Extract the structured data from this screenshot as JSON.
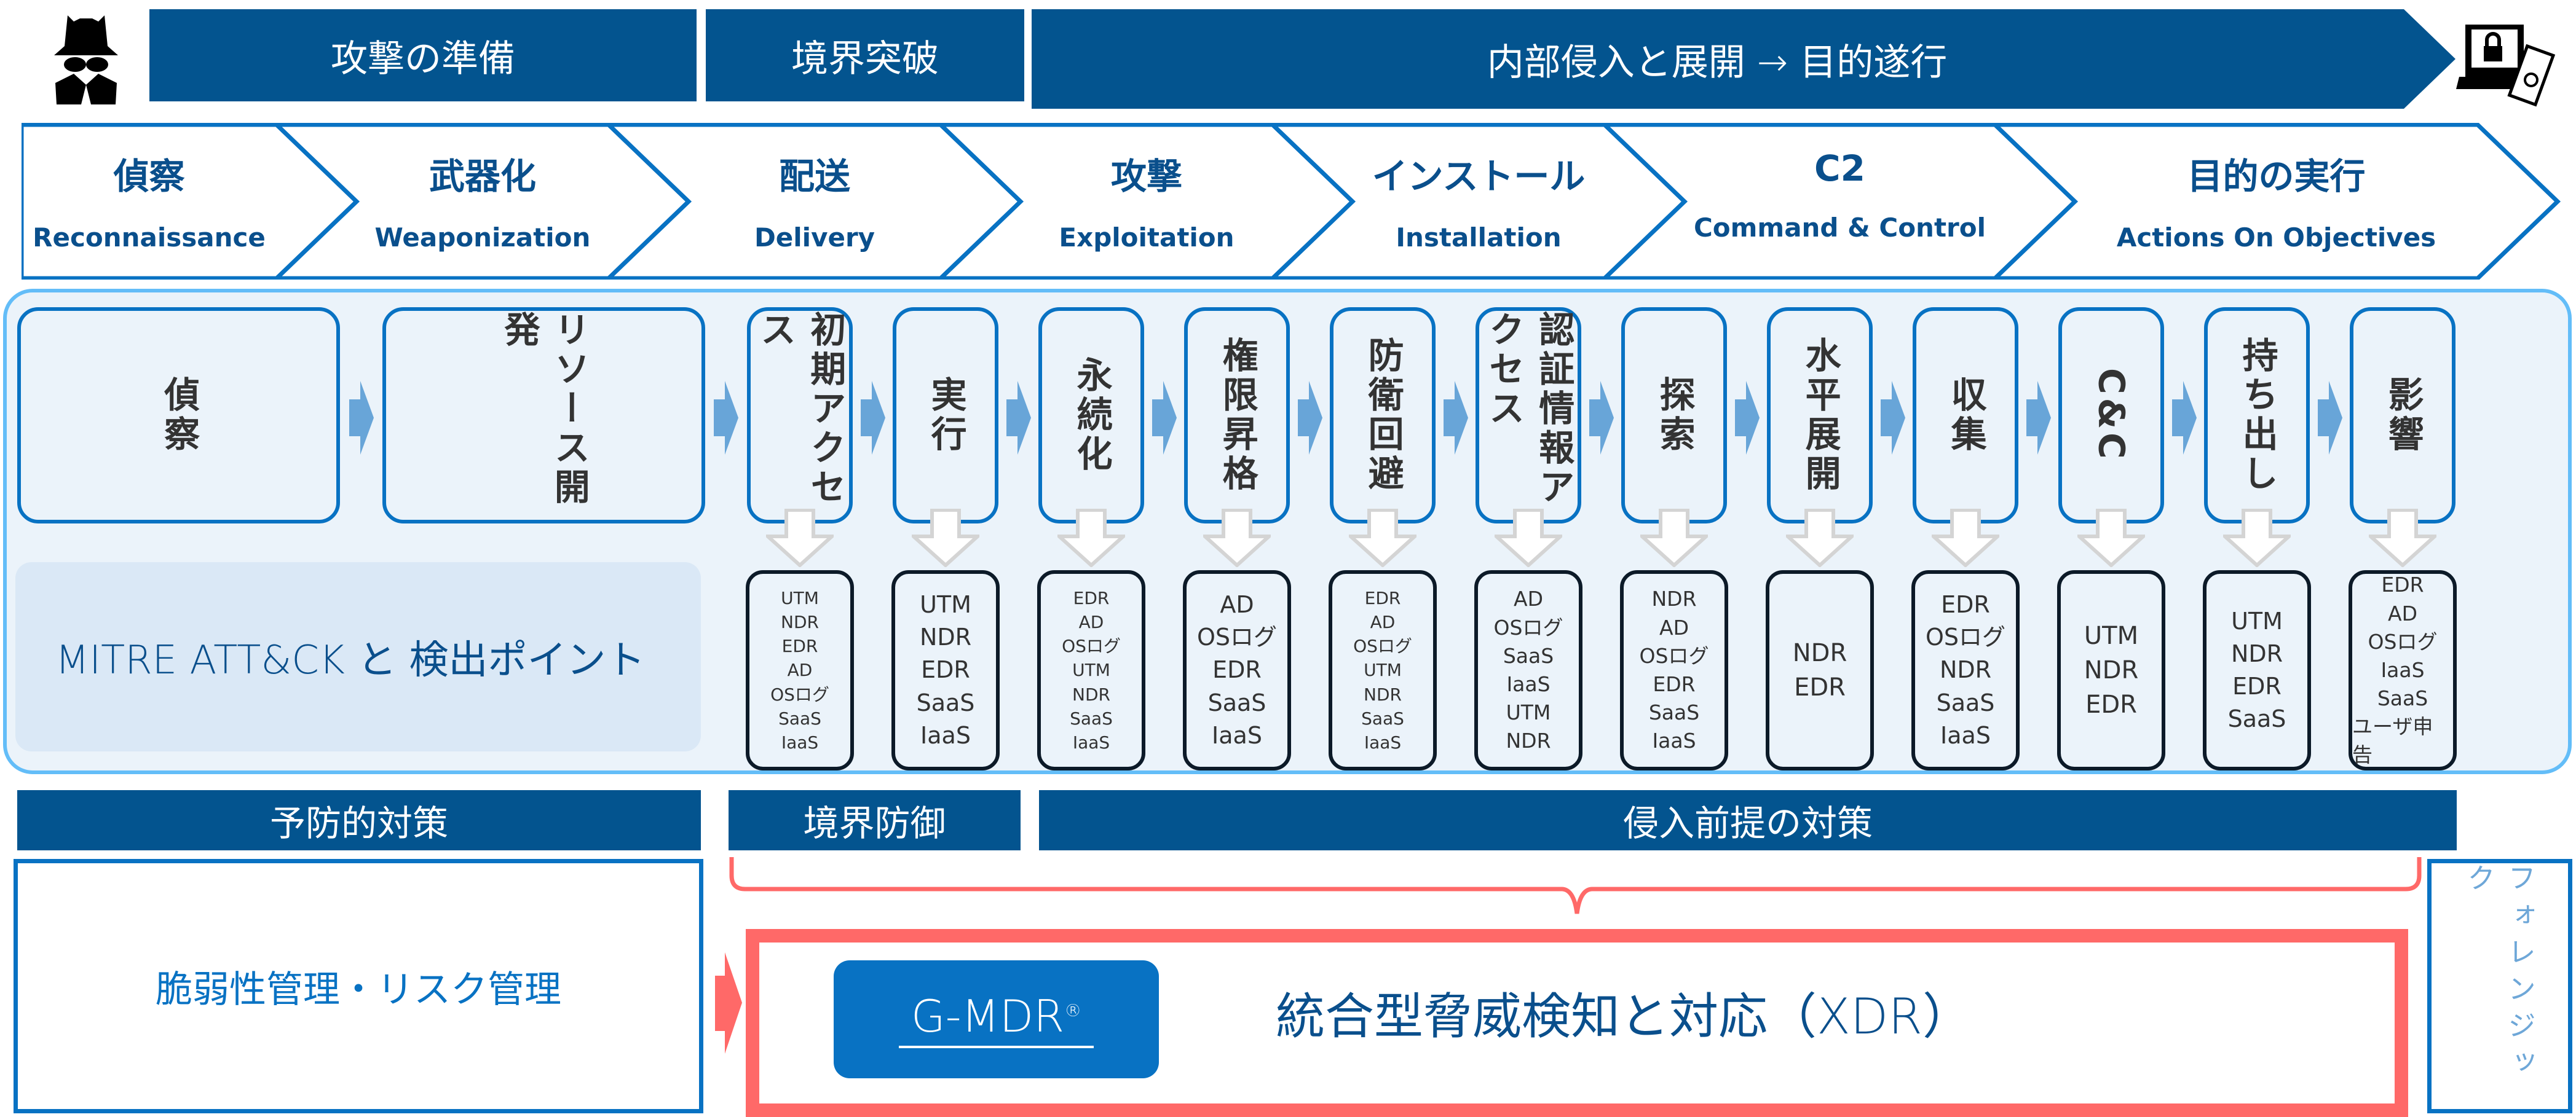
{
  "phases": [
    {
      "label": "攻撃の準備"
    },
    {
      "label": "境界突破"
    },
    {
      "label": "内部侵入と展開 → 目的遂行"
    }
  ],
  "icons": {
    "attacker": "hacker-icon",
    "target": "ransomware-laptop-icon"
  },
  "kill_chain": [
    {
      "jp": "偵察",
      "en": "Reconnaissance"
    },
    {
      "jp": "武器化",
      "en": "Weaponization"
    },
    {
      "jp": "配送",
      "en": "Delivery"
    },
    {
      "jp": "攻撃",
      "en": "Exploitation"
    },
    {
      "jp": "インストール",
      "en": "Installation"
    },
    {
      "jp": "C2",
      "en": "Command & Control"
    },
    {
      "jp": "目的の実行",
      "en": "Actions On Objectives"
    }
  ],
  "mitre": {
    "label": "MITRE ATT&CK と 検出ポイント",
    "tactics": [
      {
        "label": "偵察",
        "detections": []
      },
      {
        "label": "リソース開発",
        "detections": []
      },
      {
        "label": "初期アクセス",
        "detections": [
          "UTM",
          "NDR",
          "EDR",
          "AD",
          "OSログ",
          "SaaS",
          "IaaS"
        ]
      },
      {
        "label": "実行",
        "detections": [
          "UTM",
          "NDR",
          "EDR",
          "SaaS",
          "IaaS"
        ]
      },
      {
        "label": "永続化",
        "detections": [
          "EDR",
          "AD",
          "OSログ",
          "UTM",
          "NDR",
          "SaaS",
          "IaaS"
        ]
      },
      {
        "label": "権限昇格",
        "detections": [
          "AD",
          "OSログ",
          "EDR",
          "SaaS",
          "IaaS"
        ]
      },
      {
        "label": "防衛回避",
        "detections": [
          "EDR",
          "AD",
          "OSログ",
          "UTM",
          "NDR",
          "SaaS",
          "IaaS"
        ]
      },
      {
        "label": "認証情報アクセス",
        "detections": [
          "AD",
          "OSログ",
          "SaaS",
          "IaaS",
          "UTM",
          "NDR"
        ]
      },
      {
        "label": "探索",
        "detections": [
          "NDR",
          "AD",
          "OSログ",
          "EDR",
          "SaaS",
          "IaaS"
        ]
      },
      {
        "label": "水平展開",
        "detections": [
          "NDR",
          "EDR"
        ]
      },
      {
        "label": "収集",
        "detections": [
          "EDR",
          "OSログ",
          "NDR",
          "SaaS",
          "IaaS"
        ]
      },
      {
        "label": "C&C",
        "detections": [
          "UTM",
          "NDR",
          "EDR"
        ]
      },
      {
        "label": "持ち出し",
        "detections": [
          "UTM",
          "NDR",
          "EDR",
          "SaaS"
        ]
      },
      {
        "label": "影響",
        "detections": [
          "EDR",
          "AD",
          "OSログ",
          "IaaS",
          "SaaS",
          "ユーザ申告"
        ]
      }
    ]
  },
  "measures": [
    {
      "label": "予防的対策"
    },
    {
      "label": "境界防御"
    },
    {
      "label": "侵入前提の対策"
    }
  ],
  "vuln_box": "脆弱性管理・リスク管理",
  "gmdr": {
    "name": "G-MDR",
    "mark": "®"
  },
  "xdr_label": "統合型脅威検知と対応（XDR）",
  "forensic": "フォレンジック",
  "colors": {
    "dark_blue": "#03548f",
    "blue": "#0872c3",
    "light_blue": "#63bdf8",
    "panel_bg": "#ebf3fa",
    "red": "#ff6968"
  }
}
